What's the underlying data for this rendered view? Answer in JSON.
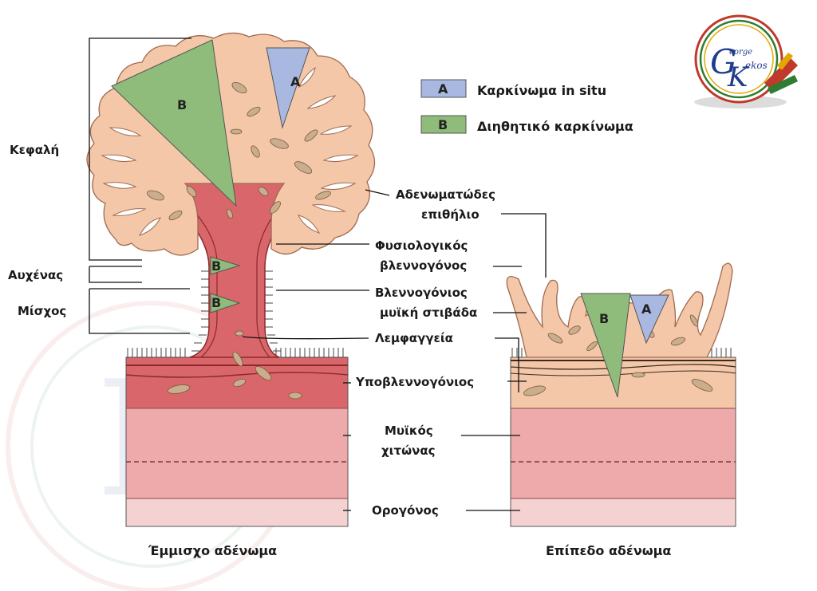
{
  "legend": {
    "a": {
      "tag": "A",
      "text": "Καρκίνωμα in situ",
      "color": "#a8b8e0"
    },
    "b": {
      "tag": "B",
      "text": "Διηθητικό καρκίνωμα",
      "color": "#8fbc7a"
    }
  },
  "labels": {
    "head": "Κεφαλή",
    "neck": "Αυχένας",
    "stalk": "Μίσχος",
    "adenomatous_1": "Αδενωματώδες",
    "adenomatous_2": "επιθήλιο",
    "normal_mucosa_1": "Φυσιολογικός",
    "normal_mucosa_2": "βλεννογόνος",
    "muscularis_mucosae_1": "Βλεννογόνιος",
    "muscularis_mucosae_2": "μυϊκή στιβάδα",
    "lymphatics": "Λεμφαγγεία",
    "submucosa": "Υποβλεννογόνιος",
    "muscularis_1": "Μυϊκός",
    "muscularis_2": "χιτώνας",
    "serosa": "Ορογόνος"
  },
  "captions": {
    "left": "Έμμισχο αδένωμα",
    "right": "Επίπεδο αδένωμα"
  },
  "logo": {
    "text1": "eorge",
    "text2": "ekos",
    "letters": "GK"
  },
  "colors": {
    "epithelium": "#f3c7a8",
    "stalk_core": "#d9666a",
    "submucosa": "#d9666a",
    "muscle": "#eeaaaa",
    "serosa": "#f5d2d2",
    "lymph": "#c9ad8c"
  }
}
